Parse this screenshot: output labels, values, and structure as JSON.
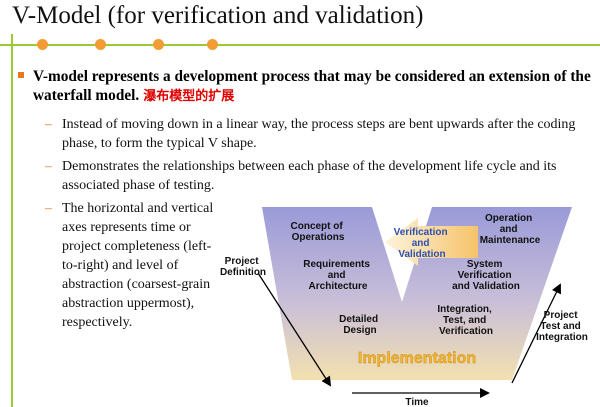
{
  "title": "V-Model (for verification and validation)",
  "bullet": {
    "text": "V-model represents a development process that may be considered an extension of the waterfall model.",
    "chinese": "瀑布模型的扩展"
  },
  "subpoints": [
    "Instead of moving down in a linear way, the process steps are bent upwards after the coding phase, to form the typical V shape.",
    "Demonstrates the relationships between each phase of the development life cycle and its associated phase of testing.",
    "The horizontal and vertical axes represents time or project completeness (left-to-right) and level of abstraction (coarsest-grain abstraction uppermost), respectively."
  ],
  "dash_symbol": "–",
  "diagram": {
    "left_phases": [
      [
        "Concept of",
        "Operations"
      ],
      [
        "Requirements",
        "and",
        "Architecture"
      ],
      [
        "Detailed",
        "Design"
      ]
    ],
    "right_phases": [
      [
        "Operation",
        "and",
        "Maintenance"
      ],
      [
        "System",
        "Verification",
        "and Validation"
      ],
      [
        "Integration,",
        "Test, and",
        "Verification"
      ]
    ],
    "bottom_phase": "Implementation",
    "arrow_label": [
      "Verification",
      "and",
      "Validation"
    ],
    "axis_left": [
      "Project",
      "Definition"
    ],
    "axis_right": [
      "Project",
      "Test and",
      "Integration"
    ],
    "axis_bottom": "Time"
  },
  "colors": {
    "accent_green": "#99cc33",
    "accent_orange": "#e87722",
    "v_top": "#9a9ad8",
    "v_bottom": "#f3e0b0",
    "arrow_fill": "#f6c36a",
    "arrow_text": "#2e4fb0",
    "implementation_text": "#f2b531"
  }
}
